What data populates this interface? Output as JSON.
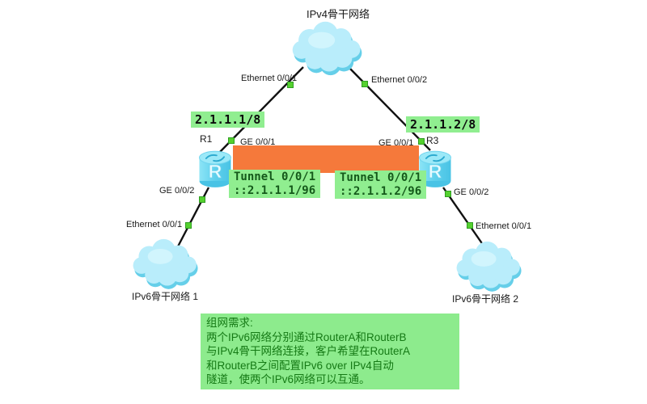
{
  "diagram": {
    "top_cloud_label": "IPv4骨干网络",
    "bottom_left_cloud_label": "IPv6骨干网络 1",
    "bottom_right_cloud_label": "IPv6骨干网络 2",
    "router1_name": "R1",
    "router3_name": "R3",
    "router_letter": "R",
    "links": {
      "cloud_r1": {
        "cloud_if": "Ethernet 0/0/1",
        "router_if": "GE 0/0/1"
      },
      "cloud_r3": {
        "cloud_if": "Ethernet 0/0/2",
        "router_if": "GE 0/0/1"
      },
      "r1_cloud1": {
        "router_if": "GE 0/0/2",
        "cloud_if": "Ethernet 0/0/1"
      },
      "r3_cloud2": {
        "router_if": "GE 0/0/2",
        "cloud_if": "Ethernet 0/0/1"
      }
    },
    "ip_label_left": "2.1.1.1/8",
    "ip_label_right": "2.1.1.2/8",
    "tunnel_left_line1": "Tunnel 0/0/1",
    "tunnel_left_line2": "::2.1.1.1/96",
    "tunnel_right_line1": "Tunnel 0/0/1",
    "tunnel_right_line2": "::2.1.1.2/96"
  },
  "requirements": {
    "title": "组网需求:",
    "lines": [
      "两个IPv6网络分别通过RouterA和RouterB",
      "与IPv4骨干网络连接，客户希望在RouterA",
      "和RouterB之间配置IPv6 over IPv4自动",
      "隧道，使两个IPv6网络可以互通。"
    ]
  },
  "colors": {
    "highlight_green": "#90ee90",
    "requirement_green": "#8deb8d",
    "requirement_text": "#157a15",
    "tunnel_text": "#14591a",
    "tunnel_bar_orange": "#f5793b",
    "link_line": "#111111",
    "port_square_green": "#55d12f",
    "cloud_fill": "#b9edfb",
    "cloud_shadow": "#66cfe9",
    "router_body": "#5fd0ec"
  }
}
